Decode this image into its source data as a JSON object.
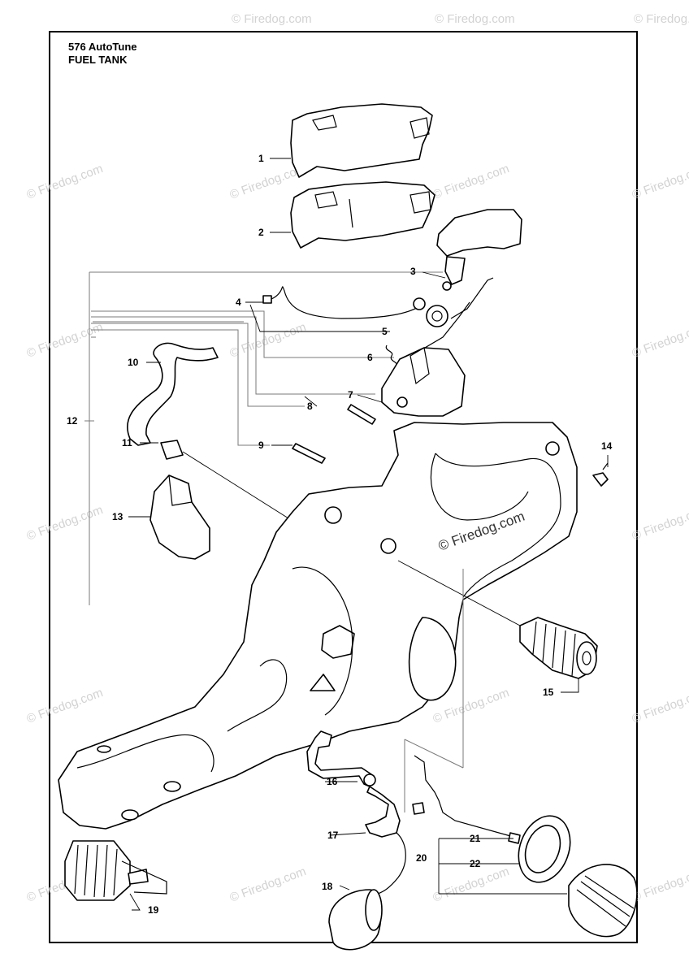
{
  "header": {
    "model": "576 AutoTune",
    "section": "FUEL TANK"
  },
  "watermark": {
    "text": "© Firedog.com",
    "main_text": "© Firedog.com"
  },
  "callouts": [
    "1",
    "2",
    "3",
    "4",
    "5",
    "6",
    "7",
    "8",
    "9",
    "10",
    "11",
    "12",
    "13",
    "14",
    "15",
    "16",
    "17",
    "18",
    "19",
    "20",
    "21",
    "22"
  ],
  "colors": {
    "line": "#000000",
    "watermark": "#d2d2d2",
    "background": "#ffffff"
  }
}
